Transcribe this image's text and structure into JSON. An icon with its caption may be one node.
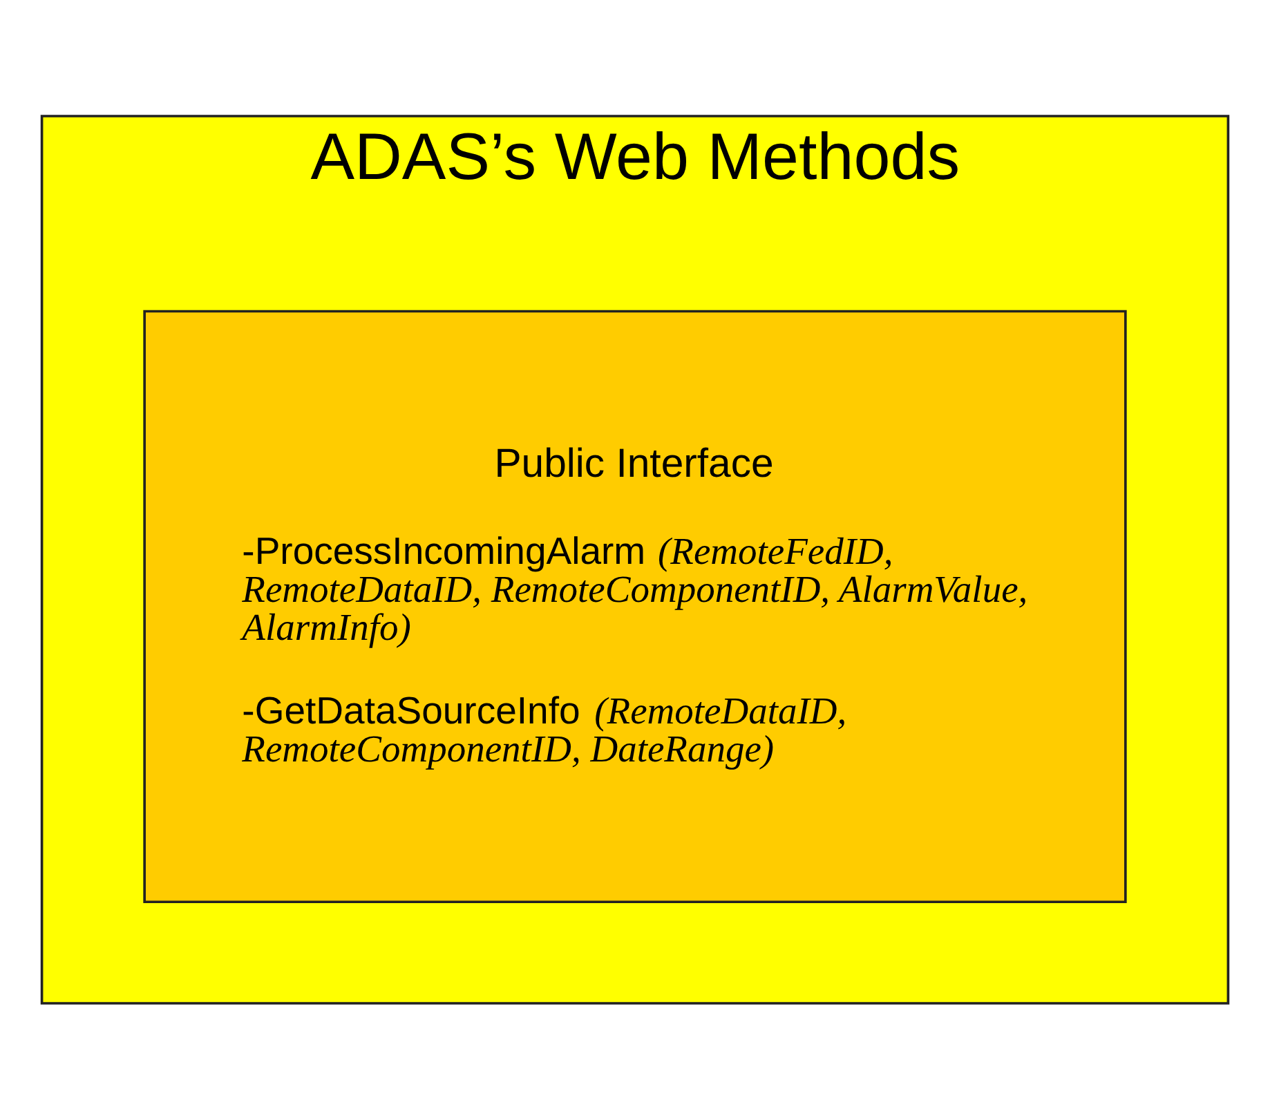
{
  "diagram": {
    "nodes": [
      {
        "text": [
          "ADAS’s Web Methods"
        ]
      },
      {
        "text": [
          "Public Interface",
          "-ProcessIncomingAlarm *(RemoteFedID, RemoteDataID, RemoteComponentID, AlarmValue, AlarmInfo)*",
          "-GetDataSourceInfo *(RemoteDataID, RemoteComponentID, DateRange)*"
        ],
        "in": 0
      }
    ],
    "edges": []
  }
}
